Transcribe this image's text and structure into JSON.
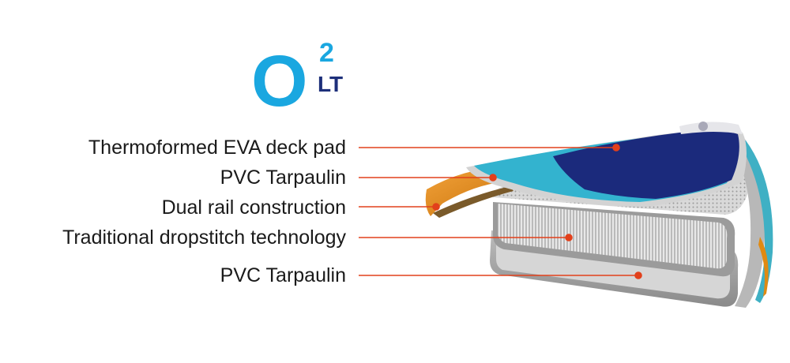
{
  "logo": {
    "main": "O",
    "superscript": "2",
    "suffix": "LT",
    "colors": {
      "cyan": "#1aa7e0",
      "navy": "#1d2f7a"
    }
  },
  "callouts": [
    {
      "id": "deck-pad",
      "label": "Thermoformed EVA deck pad"
    },
    {
      "id": "pvc-top",
      "label": "PVC Tarpaulin"
    },
    {
      "id": "dual-rail",
      "label": "Dual rail construction"
    },
    {
      "id": "dropstitch",
      "label": "Traditional dropstitch technology"
    },
    {
      "id": "pvc-bottom",
      "label": "PVC Tarpaulin"
    }
  ],
  "colors": {
    "leader": "#e2401b",
    "deck_navy": "#1b2a7c",
    "deck_teal": "#33b3cf",
    "rail_orange": "#e08a12",
    "pvc_grey": "#c9c9c9"
  }
}
